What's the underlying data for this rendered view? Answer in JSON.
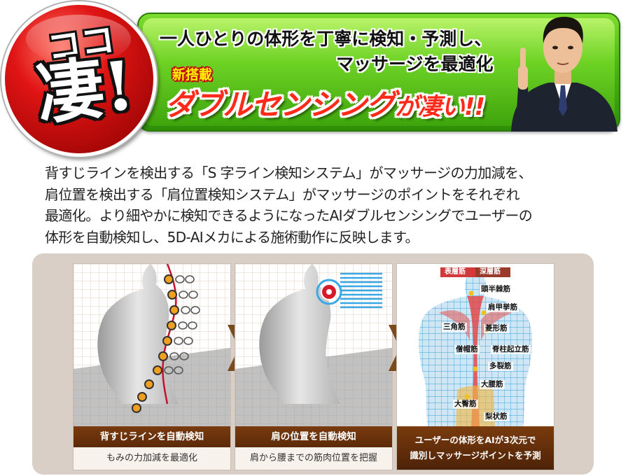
{
  "badge": {
    "top_text": "ココ",
    "main_text": "凄!"
  },
  "banner": {
    "line1": "一人ひとりの体形を丁寧に検知・予測し、",
    "line2": "マッサージを最適化",
    "new_label": "新搭載",
    "headline_main": "ダブルセンシング",
    "headline_tail": "が凄い!!"
  },
  "description": {
    "lines": [
      "背すじラインを検出する「S 字ライン検知システム」がマッサージの力加減を、",
      "肩位置を検出する「肩位置検知システム」がマッサージのポイントをそれぞれ",
      "最適化。より細やかに検知できるようになったAIダブルセンシングでユーザーの",
      "体形を自動検知し、5D-AIメカによる施術動作に反映します。"
    ]
  },
  "figures": [
    {
      "caption_title": "背すじラインを自動検知",
      "caption_sub": "もみの力加減を最適化"
    },
    {
      "caption_title": "肩の位置を自動検知",
      "caption_sub": "肩から腰までの筋肉位置を把握"
    },
    {
      "caption_line1": "ユーザーの体形をAIが3次元で",
      "caption_line2": "識別しマッサージポイントを予測"
    }
  ],
  "anatomy": {
    "layer_surface": "表層筋",
    "layer_deep": "深層筋",
    "muscles": [
      "頭半棘筋",
      "肩甲挙筋",
      "三角筋",
      "菱形筋",
      "僧帽筋",
      "脊柱起立筋",
      "多裂筋",
      "大腰筋",
      "大臀筋",
      "梨状筋"
    ]
  },
  "colors": {
    "banner_green": "#4cb516",
    "badge_red": "#e01414",
    "headline_red": "#ff2a1a",
    "caption_brown": "#5b2a09",
    "panel_beige": "#d9cfc7",
    "sensor_orange": "#f0a020"
  }
}
